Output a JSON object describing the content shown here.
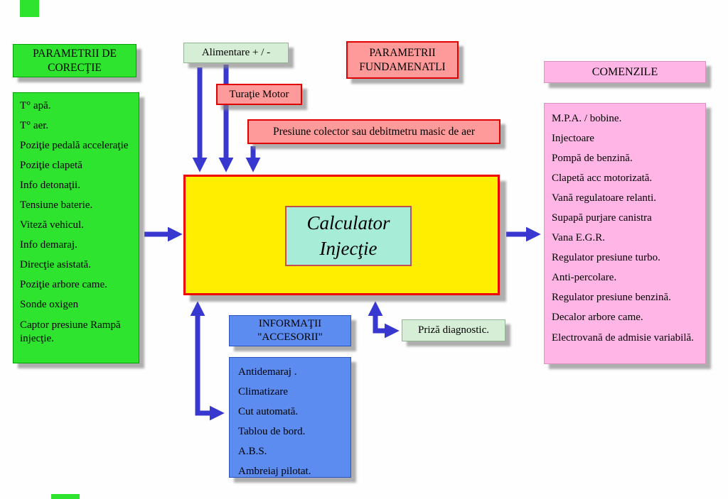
{
  "correction": {
    "header": "PARAMETRII DE CORECŢIE",
    "items": [
      "T° apă.",
      "T° aer.",
      "Poziţie pedală acceleraţie",
      "Poziţie clapetă",
      "Info detonaţii.",
      "Tensiune baterie.",
      "Viteză vehicul.",
      "Info demaraj.",
      "Direcţie asistată.",
      "Poziţie arbore came.",
      "Sonde oxigen",
      "Captor presiune Rampă injecţie."
    ]
  },
  "inputs": {
    "alimentare": "Alimentare + /  -",
    "turatie": "Turaţie Motor",
    "fundamental": "PARAMETRII FUNDAMENATLI",
    "presiune": "Presiune colector sau debitmetru masic de aer"
  },
  "ecu": {
    "line1": "Calculator",
    "line2": "Injecţie"
  },
  "commands": {
    "header": "COMENZILE",
    "items": [
      "M.P.A. / bobine.",
      "Injectoare",
      "Pompă de benzină.",
      "Clapetă acc motorizată.",
      "Vană regulatoare relanti.",
      "Supapă purjare canistra",
      "Vana E.G.R.",
      "Regulator presiune turbo.",
      "Anti-percolare.",
      "Regulator presiune benzină.",
      "Decalor  arbore came.",
      "Electrovană de admisie variabilă."
    ]
  },
  "accessories": {
    "header_line1": "INFORMAŢII",
    "header_line2": "\"ACCESORII\"",
    "items": [
      "Antidemaraj  .",
      "Climatizare",
      "Cut automată.",
      "Tablou de bord.",
      "A.B.S.",
      "Ambreiaj pilotat."
    ]
  },
  "diagnostic": {
    "label": "Priză diagnostic."
  },
  "colors": {
    "green": "#2ee42e",
    "light_green": "#d6eed6",
    "red_fill": "#ff9a9a",
    "red_border": "#e00000",
    "yellow": "#ffee00",
    "cyan": "#a6ecd6",
    "pink": "#ffb6e6",
    "blue": "#5c8cef",
    "arrow_blue": "#3838d0"
  }
}
